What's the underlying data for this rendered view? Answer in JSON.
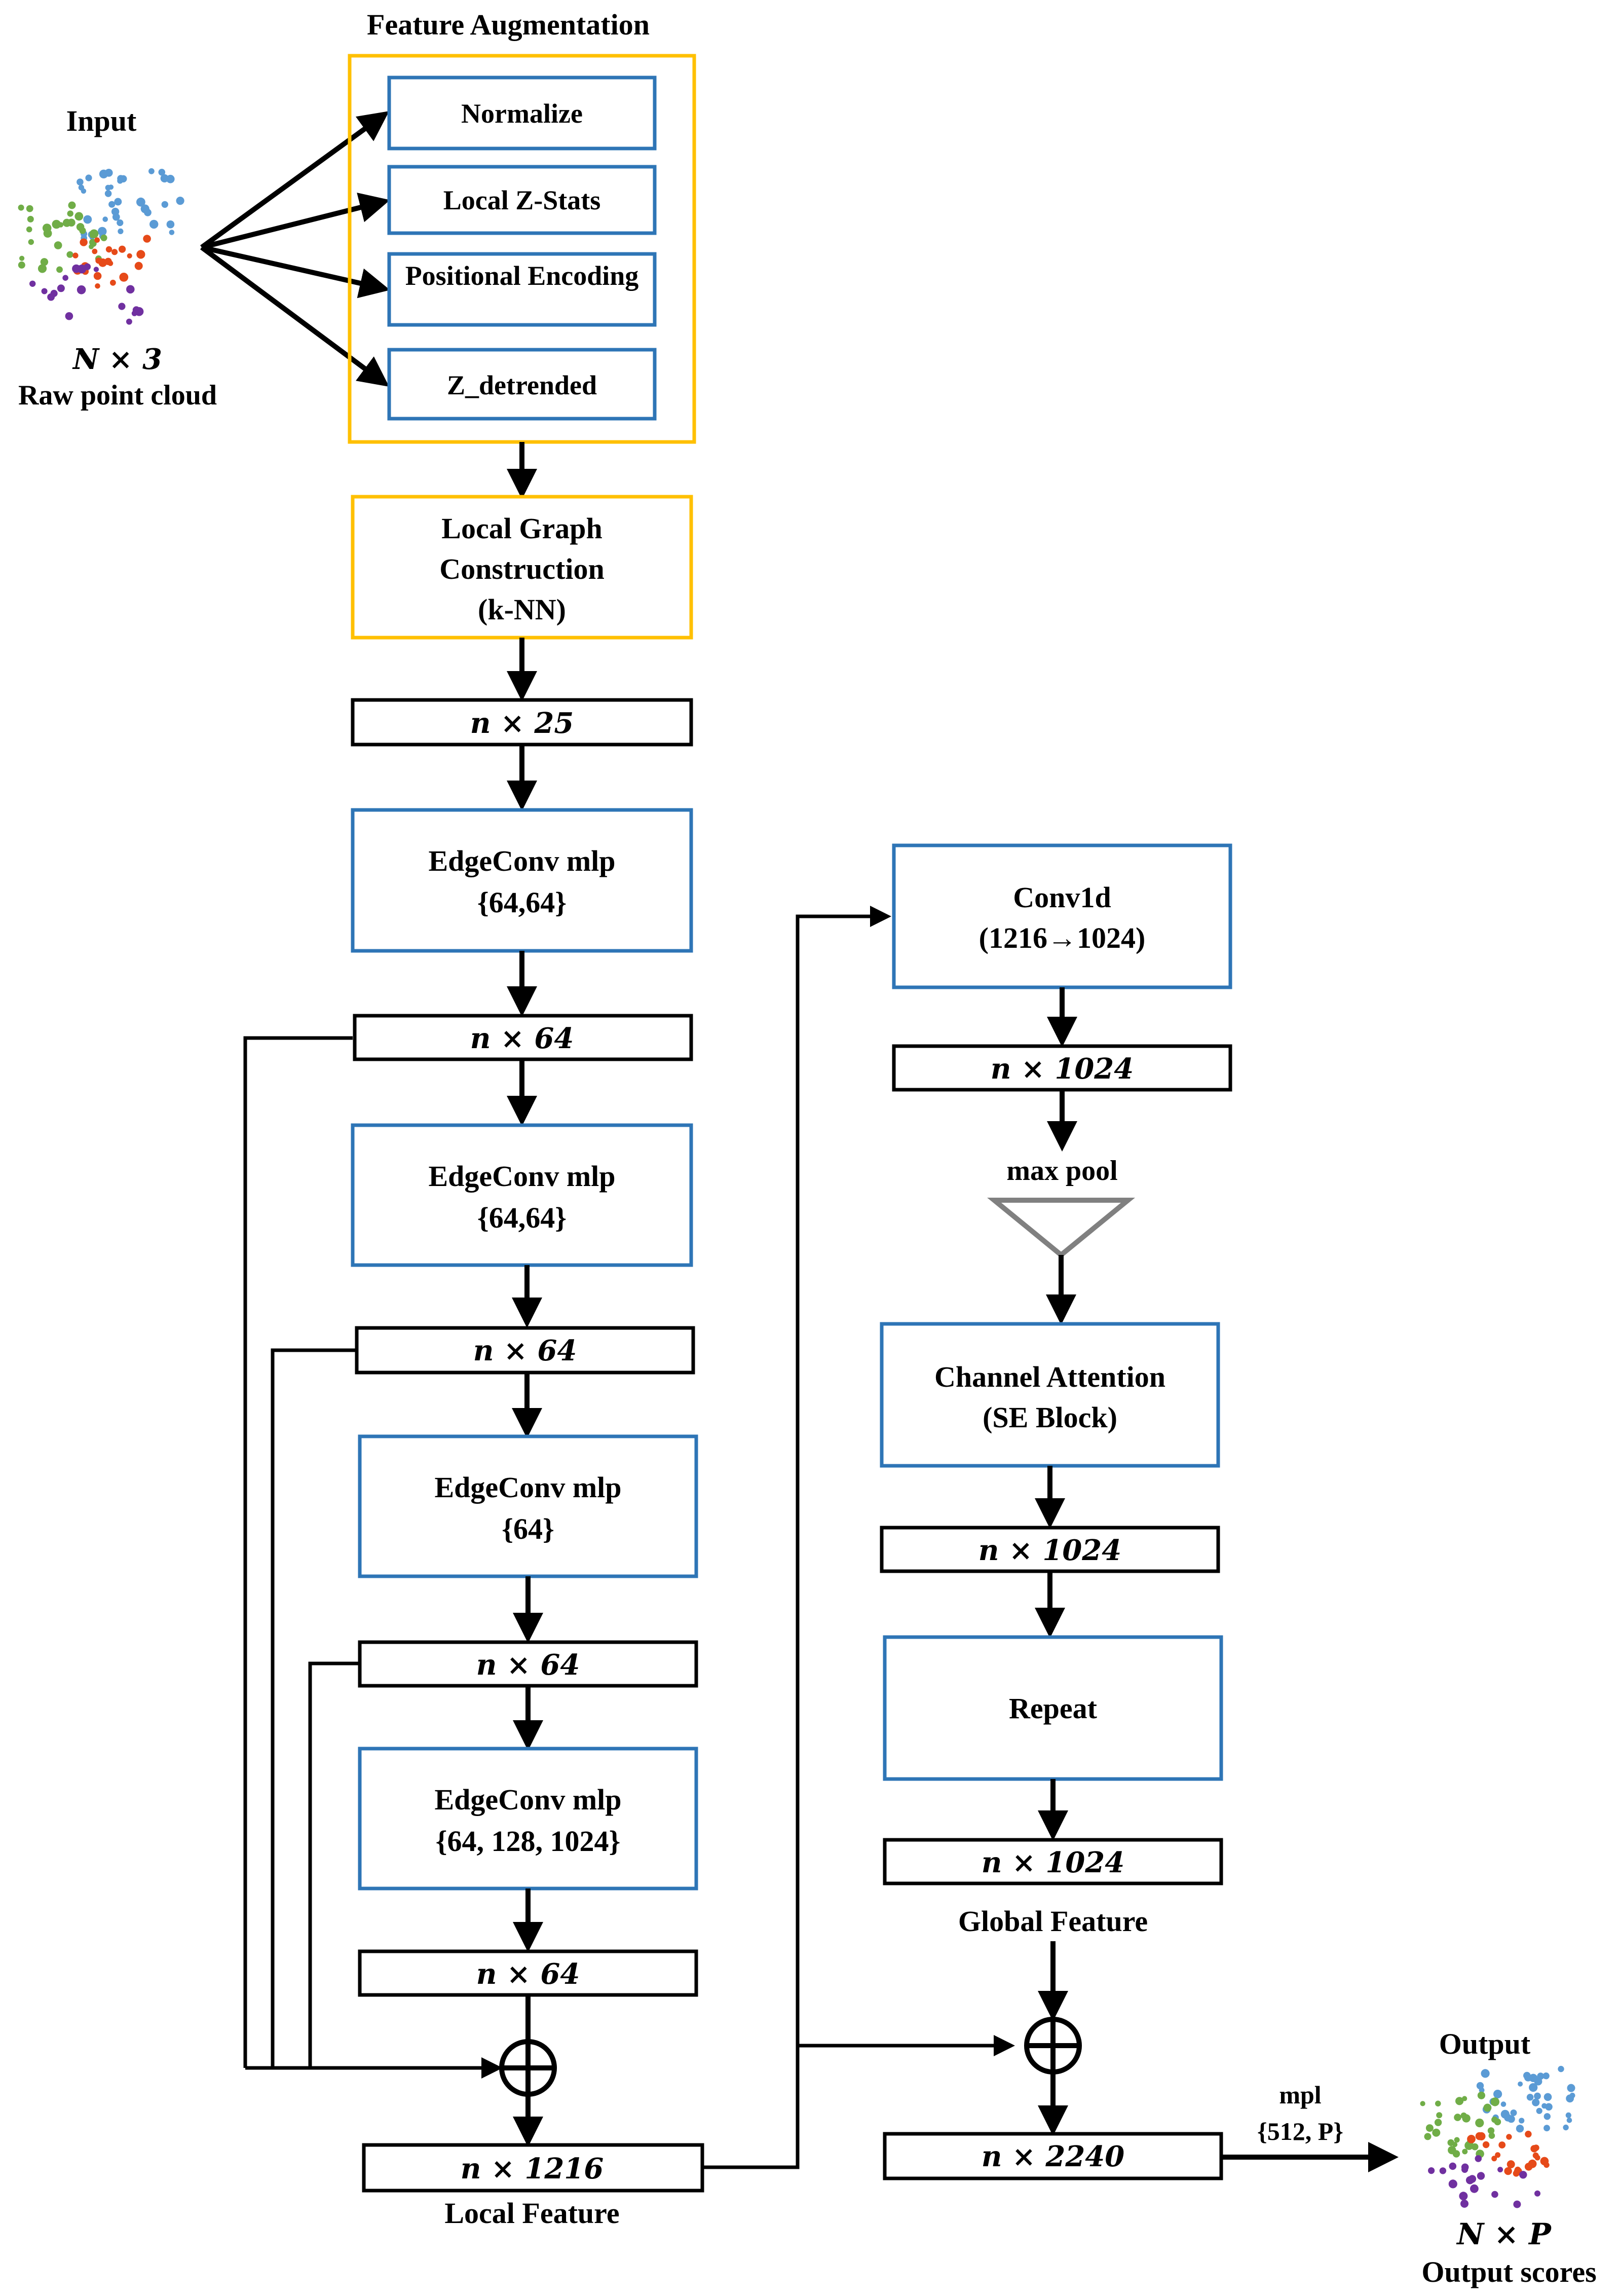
{
  "input": {
    "title": "Input",
    "dims": "N × 3",
    "caption": "Raw point cloud"
  },
  "feature_augmentation": {
    "title": "Feature Augmentation",
    "items": [
      "Normalize",
      "Local Z-Stats",
      "Positional Encoding",
      "Z_detrended"
    ]
  },
  "graph_construction": {
    "lines": [
      "Local Graph",
      "Construction",
      "(k-NN)"
    ]
  },
  "left_column": {
    "dim_n25": "n × 25",
    "edgeconv1": {
      "name": "EdgeConv mlp",
      "params": "{64,64}"
    },
    "dim_a": "n × 64",
    "edgeconv2": {
      "name": "EdgeConv mlp",
      "params": "{64,64}"
    },
    "dim_b": "n × 64",
    "edgeconv3": {
      "name": "EdgeConv mlp",
      "params": "{64}"
    },
    "dim_c": "n × 64",
    "edgeconv4": {
      "name": "EdgeConv mlp",
      "params": "{64, 128, 1024}"
    },
    "dim_d": "n × 64",
    "concat_symbol": "⊕",
    "local_dim": "n × 1216",
    "local_caption": "Local Feature"
  },
  "right_column": {
    "conv1d": {
      "name": "Conv1d",
      "params": "(1216→1024)"
    },
    "dim_1": "n × 1024",
    "maxpool_label": "max pool",
    "se_block": {
      "name": "Channel Attention",
      "params": "(SE Block)"
    },
    "dim_2": "n × 1024",
    "repeat_label": "Repeat",
    "dim_3": "n × 1024",
    "global_caption": "Global Feature",
    "concat_symbol": "⊕",
    "dim_final": "n × 2240"
  },
  "mlp": {
    "label": "mpl",
    "params": "{512, P}"
  },
  "output": {
    "title": "Output",
    "dims": "N × P",
    "caption": "Output scores"
  },
  "colors": {
    "yellow_border": "#FFC000",
    "blue_border": "#2E75B6",
    "gray_triangle": "#808080",
    "points": [
      "#5B9BD5",
      "#70AD47",
      "#E64A19",
      "#7030A0"
    ]
  }
}
